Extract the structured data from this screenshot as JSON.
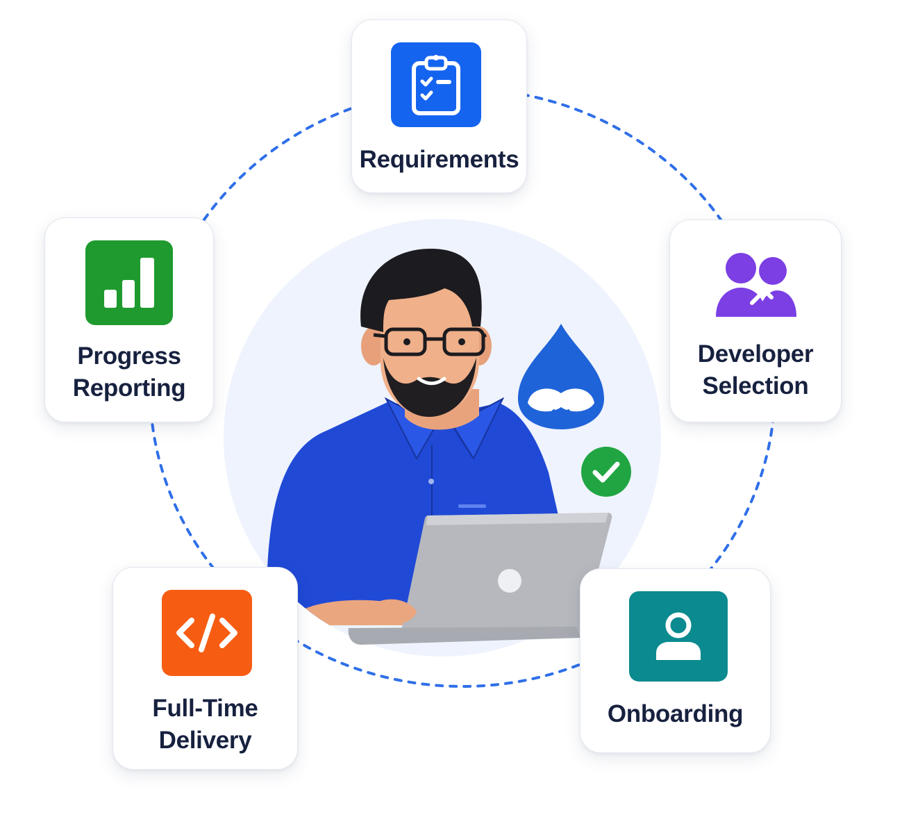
{
  "steps": [
    {
      "id": "requirements",
      "lines": [
        "Requirements"
      ],
      "icon": "clipboard-checklist-icon",
      "color": "#1564f0"
    },
    {
      "id": "developer-selection",
      "lines": [
        "Developer",
        "Selection"
      ],
      "icon": "users-group-icon",
      "color": "#7b3fe4"
    },
    {
      "id": "onboarding",
      "lines": [
        "Onboarding"
      ],
      "icon": "user-profile-icon",
      "color": "#0b8a8f"
    },
    {
      "id": "full-time-delivery",
      "lines": [
        "Full-Time",
        "Delivery"
      ],
      "icon": "code-brackets-icon",
      "color": "#f65d12"
    },
    {
      "id": "progress-reporting",
      "lines": [
        "Progress",
        "Reporting"
      ],
      "icon": "bar-chart-icon",
      "color": "#1e9a2e"
    }
  ],
  "center": {
    "illustration": "developer-with-laptop-illustration",
    "badges": [
      "drupal-drop-icon",
      "checkmark-badge-icon"
    ]
  },
  "colors": {
    "connector": "#2f6fe8",
    "text": "#17213f",
    "halo": "#eef3fd"
  }
}
